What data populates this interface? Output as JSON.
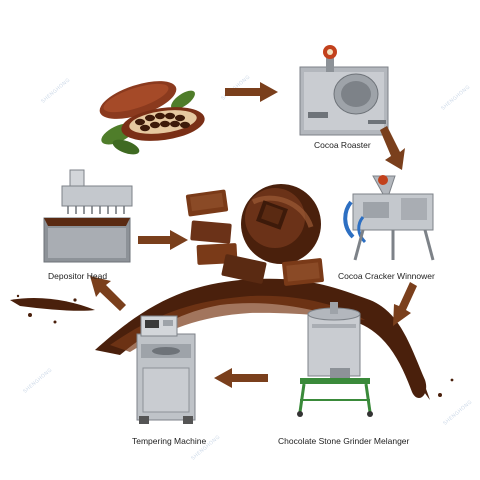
{
  "steps": [
    {
      "id": "cocoa-roaster",
      "label": "Cocoa Roaster"
    },
    {
      "id": "cocoa-cracker-winnower",
      "label": "Cocoa Cracker Winnower"
    },
    {
      "id": "chocolate-stone-grinder-melanger",
      "label": "Chocolate Stone Grinder Melanger"
    },
    {
      "id": "tempering-machine",
      "label": "Tempering Machine"
    },
    {
      "id": "depositor-head",
      "label": "Depositor Head"
    }
  ],
  "watermark": "SHENGHONG",
  "colors": {
    "arrow": "#7a3f1c",
    "chocolate": "#5a2a12",
    "chocolate_light": "#8a4a26",
    "steel": "#b8bcc2",
    "cocoa_pod": "#8b3a1e",
    "leaf": "#4f7d2a"
  }
}
